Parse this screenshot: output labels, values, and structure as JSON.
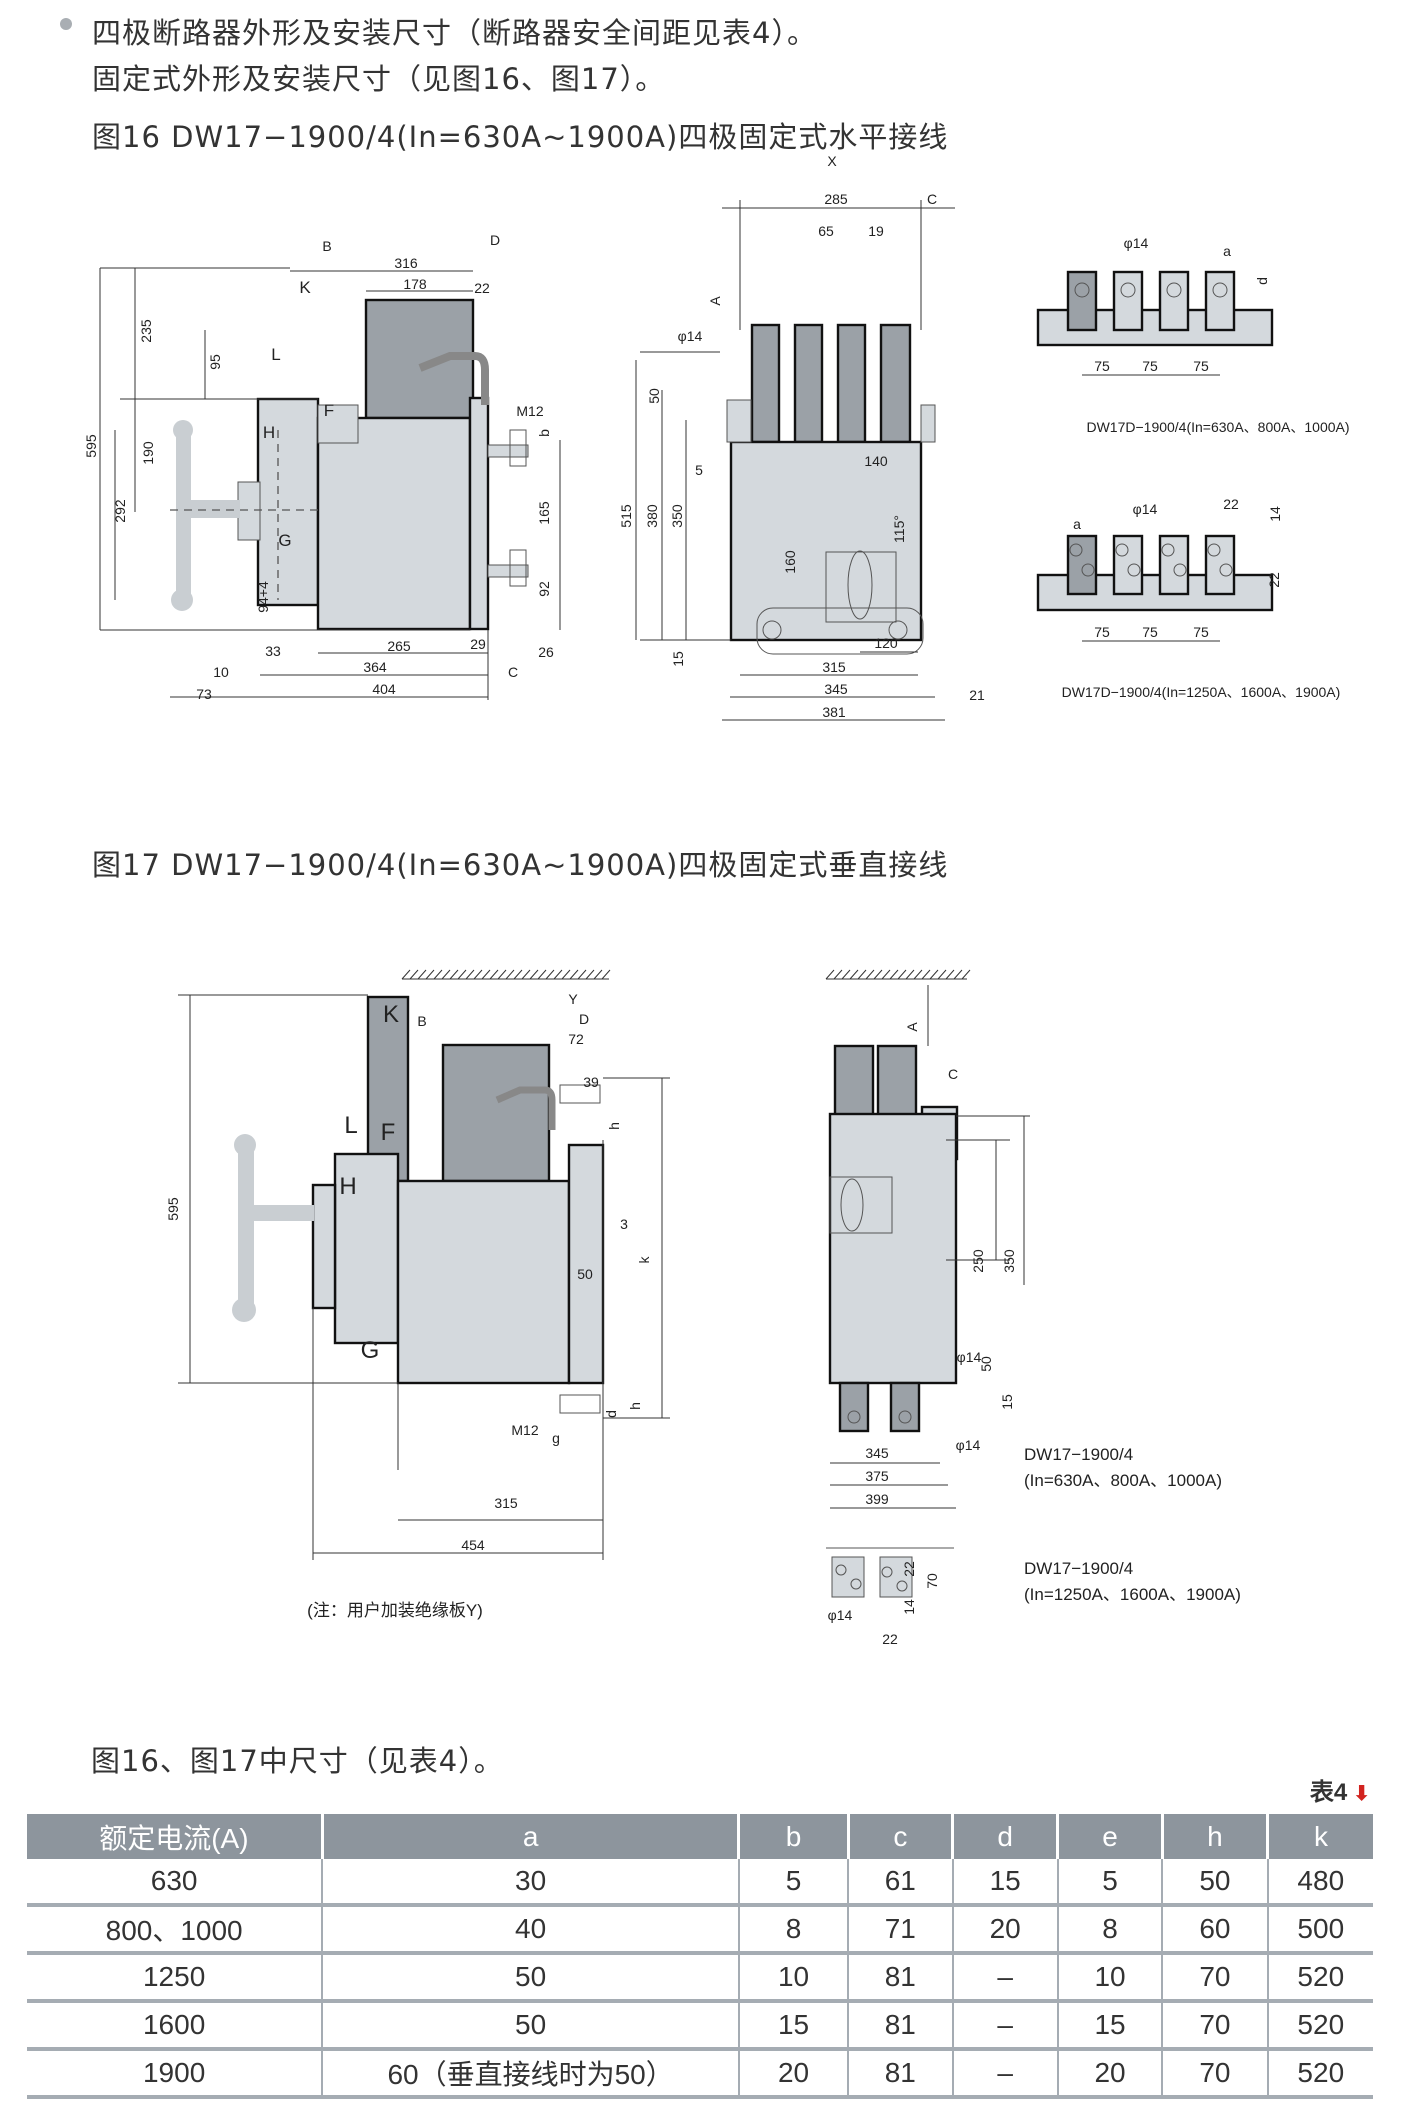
{
  "intro": {
    "line1": "四极断路器外形及安装尺寸（断路器安全间距见表4）。",
    "line2": "固定式外形及安装尺寸（见图16、图17）。"
  },
  "fig16": {
    "title": "图16  DW17−1900/4(In=630A~1900A)四极固定式水平接线",
    "side_labels": [
      "B",
      "D",
      "316",
      "178",
      "22",
      "K",
      "L",
      "235",
      "95",
      "595",
      "190",
      "292",
      "F",
      "H",
      "G",
      "M12",
      "b",
      "165",
      "92",
      "94+4",
      "33",
      "265",
      "29",
      "26",
      "364",
      "C",
      "10",
      "73",
      "404"
    ],
    "front_labels": [
      "X",
      "285",
      "C",
      "65",
      "19",
      "A",
      "φ14",
      "50",
      "515",
      "380",
      "350",
      "5",
      "140",
      "115°",
      "160",
      "15",
      "120",
      "315",
      "345",
      "21",
      "381"
    ],
    "busbar_top_labels": [
      "φ14",
      "a",
      "d",
      "75",
      "75",
      "75"
    ],
    "busbar_top_caption": "DW17D−1900/4(In=630A、800A、1000A)",
    "busbar_bottom_labels": [
      "φ14",
      "22",
      "14",
      "a",
      "22",
      "75",
      "75",
      "75"
    ],
    "busbar_bottom_caption": "DW17D−1900/4(In=1250A、1600A、1900A)"
  },
  "fig17": {
    "title": "图17  DW17−1900/4(In=630A~1900A)四极固定式垂直接线",
    "side_labels": [
      "595",
      "K",
      "B",
      "Y",
      "D",
      "72",
      "39",
      "h",
      "L",
      "F",
      "H",
      "3",
      "50",
      "k",
      "G",
      "M12",
      "g",
      "d",
      "h",
      "315",
      "454"
    ],
    "note": "(注：用户加装绝缘板Y)",
    "front_labels": [
      "A",
      "C",
      "250",
      "350",
      "φ14",
      "50",
      "15",
      "φ14",
      "345",
      "375",
      "399"
    ],
    "small_labels": [
      "22",
      "70",
      "14",
      "φ14",
      "22"
    ],
    "caption1_line1": "DW17−1900/4",
    "caption1_line2": "(In=630A、800A、1000A)",
    "caption2_line1": "DW17−1900/4",
    "caption2_line2": "(In=1250A、1600A、1900A)"
  },
  "table_section": {
    "caption": "图16、图17中尺寸（见表4）。",
    "table_number": "表4",
    "table_icon": "download-arrow-icon",
    "headers": [
      "额定电流(A)",
      "a",
      "b",
      "c",
      "d",
      "e",
      "h",
      "k"
    ],
    "rows": [
      [
        "630",
        "30",
        "5",
        "61",
        "15",
        "5",
        "50",
        "480"
      ],
      [
        "800、1000",
        "40",
        "8",
        "71",
        "20",
        "8",
        "60",
        "500"
      ],
      [
        "1250",
        "50",
        "10",
        "81",
        "–",
        "10",
        "70",
        "520"
      ],
      [
        "1600",
        "50",
        "15",
        "81",
        "–",
        "15",
        "70",
        "520"
      ],
      [
        "1900",
        "60（垂直接线时为50）",
        "20",
        "81",
        "–",
        "20",
        "70",
        "520"
      ]
    ]
  },
  "colors": {
    "header_bg": "#8d959d",
    "part_dark": "#9ba1a7",
    "part_light": "#d4d9dd",
    "accent_red": "#d2231f"
  }
}
